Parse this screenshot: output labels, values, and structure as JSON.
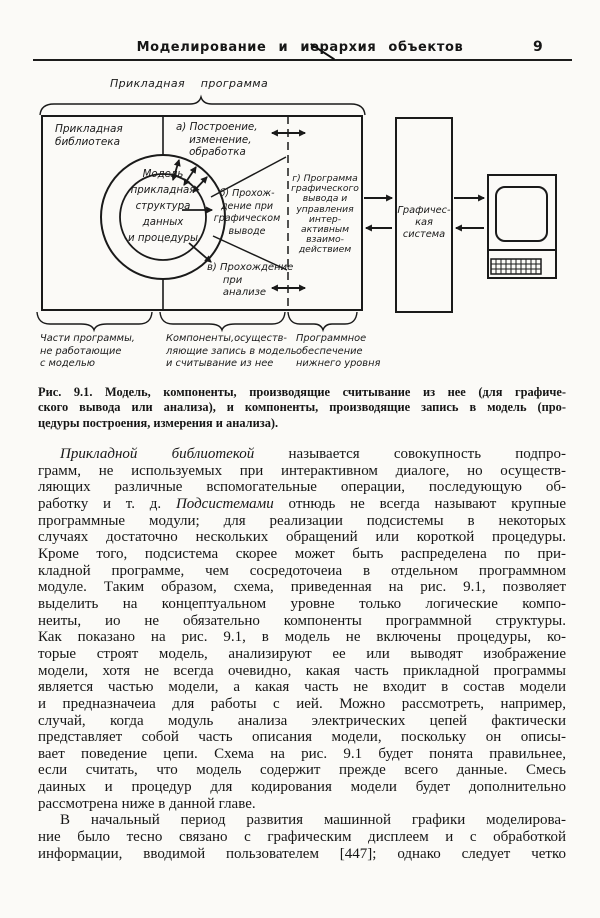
{
  "header": {
    "title": "Моделирование и иерархия объектов",
    "page_number": "9"
  },
  "figure": {
    "top_label": "Прикладная  программа",
    "library_label": "Прикладная\nбиблиотека",
    "model_label": "Модель\nприкладная\nструктура\nданных\nи процедуры",
    "label_a": "а) Построение,\n    изменение,\n    обработка",
    "label_b": "б) Прохож-\nдение при\nграфическом\nвыводе",
    "label_v": "в) Прохождение\n     при\n     анализе",
    "label_g": "г) Программа\nграфического\nвывода и\nуправления\nинтер-\nактивным\nвзаимо-\nдействием",
    "graphics_system_label": "Графичес-\nкая\nсистема",
    "brace1_label": "Части программы,\nне работающие\nс моделью",
    "brace2_label": "Компоненты,осуществ-\nляющие запись в модель\nи считывание из нее",
    "brace3_label": "Программное\nобеспечение\nнижнего уровня"
  },
  "caption": {
    "lines": [
      {
        "text": "Рис. 9.1. Модель, компоненты, производящие считывание из нее (для графиче-"
      },
      {
        "text": "ского вывода или анализа), и компоненты, производящие запись в модель (про-"
      },
      {
        "text": "цедуры построения, измерения и анализа).",
        "justify": false
      }
    ]
  },
  "body": {
    "lines": [
      {
        "text": "*Прикладной библиотекой* называется совокупность подпро-",
        "indent": true
      },
      {
        "text": "грамм, не используемых при интерактивном диалоге, но осуществ-"
      },
      {
        "text": "ляющих различные вспомогательные операции, последующую об-"
      },
      {
        "text": "работку и т. д. *Подсистемами* отнюдь не всегда называют крупные"
      },
      {
        "text": "программные модули; для реализации подсистемы в некоторых"
      },
      {
        "text": "случаях достаточно нескольких обращений или короткой процедуры."
      },
      {
        "text": "Кроме того, подсистема скорее может быть распределена по при-"
      },
      {
        "text": "кладной программе, чем сосредоточеиа в отдельном программном"
      },
      {
        "text": "модуле. Таким образом, схема, приведенная на рис. 9.1, позволяет"
      },
      {
        "text": "выделить на концептуальном уровне только логические компо-"
      },
      {
        "text": "неиты, ио не обязательно компоненты программной структуры."
      },
      {
        "text": "Как показано на рис. 9.1, в модель не включены процедуры, ко-"
      },
      {
        "text": "торые строят модель, анализируют ее или выводят изображение"
      },
      {
        "text": "модели, хотя не всегда очевидно, какая часть прикладной программы"
      },
      {
        "text": "является частью модели, а какая часть не входит в состав модели"
      },
      {
        "text": "и предназначеиа для работы с ией. Можно рассмотреть, например,"
      },
      {
        "text": "случай, когда модуль анализа электрических цепей фактически"
      },
      {
        "text": "представляет собой часть описания модели, поскольку он описы-"
      },
      {
        "text": "вает поведение цепи. Схема на рис. 9.1 будет понята правильнее,"
      },
      {
        "text": "если считать, что модель содержит прежде всего данные. Смесь"
      },
      {
        "text": "даиных и процедур для кодирования модели будет дополнительно"
      },
      {
        "text": "рассмотрена ниже в данной главе.",
        "justify": false
      },
      {
        "text": "В начальный период развития машинной графики моделирова-",
        "indent": true
      },
      {
        "text": "ние было тесно связано с графическим дисплеем и с обработкой"
      },
      {
        "text": "информации, вводимой пользователем [447]; однако следует четко"
      }
    ]
  }
}
